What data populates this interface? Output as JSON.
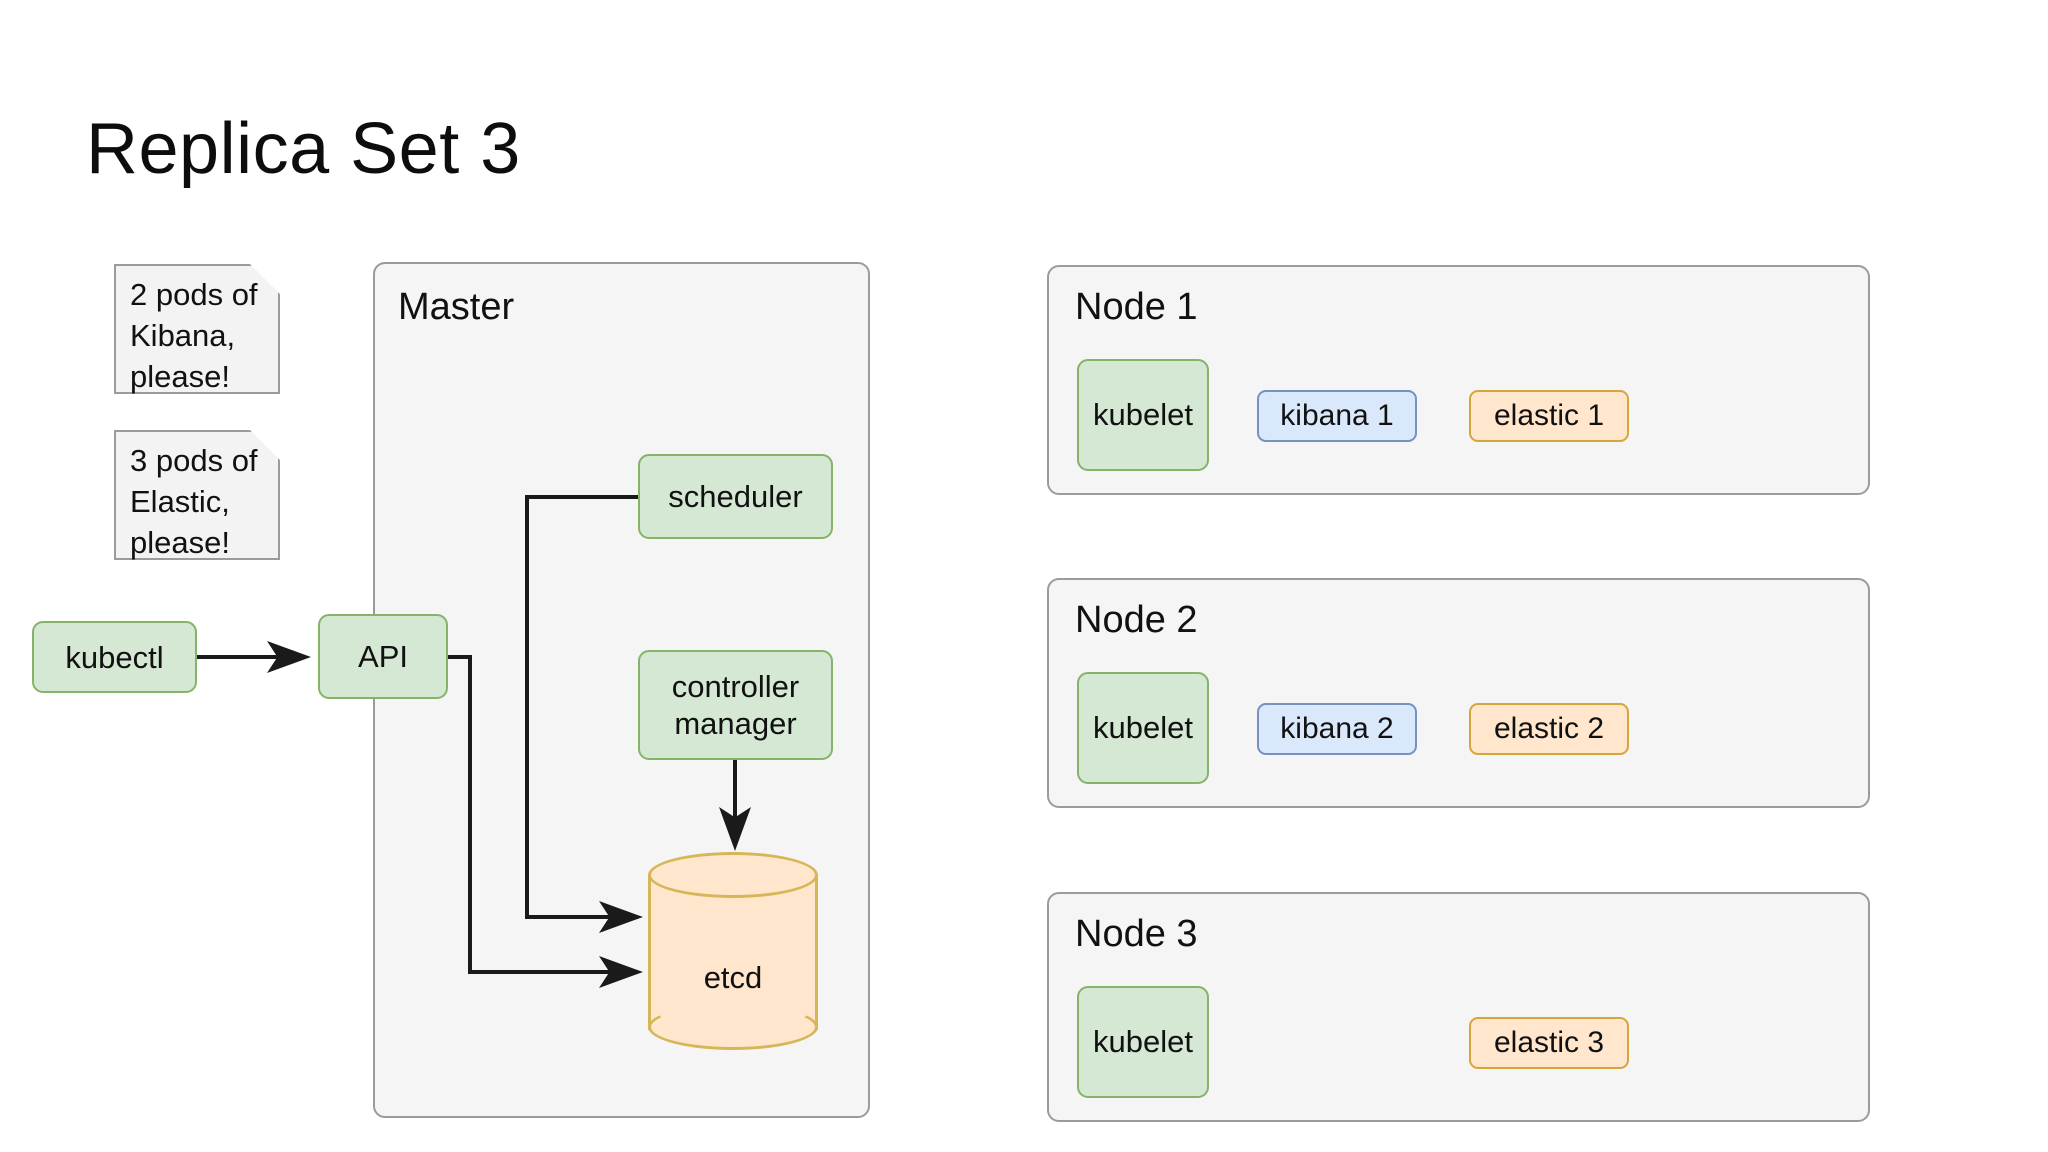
{
  "page": {
    "title": "Replica Set 3"
  },
  "notes": [
    {
      "id": "note-kibana",
      "lines": [
        "2 pods of",
        "Kibana,",
        "please!"
      ]
    },
    {
      "id": "note-elastic",
      "lines": [
        "3 pods of",
        "Elastic,",
        "please!"
      ]
    }
  ],
  "client": {
    "kubectl_label": "kubectl"
  },
  "master": {
    "title": "Master",
    "components": {
      "api": "API",
      "scheduler": "scheduler",
      "controller_manager_line1": "controller",
      "controller_manager_line2": "manager",
      "etcd": "etcd"
    }
  },
  "nodes": [
    {
      "title": "Node 1",
      "kubelet": "kubelet",
      "pods": [
        {
          "name": "kibana 1",
          "type": "kibana"
        },
        {
          "name": "elastic 1",
          "type": "elastic"
        }
      ]
    },
    {
      "title": "Node 2",
      "kubelet": "kubelet",
      "pods": [
        {
          "name": "kibana 2",
          "type": "kibana"
        },
        {
          "name": "elastic 2",
          "type": "elastic"
        }
      ]
    },
    {
      "title": "Node 3",
      "kubelet": "kubelet",
      "pods": [
        {
          "name": "elastic 3",
          "type": "elastic"
        }
      ]
    }
  ],
  "colors": {
    "green_fill": "#d5e8d4",
    "green_stroke": "#86b36a",
    "blue_fill": "#dae8fc",
    "blue_stroke": "#7491c0",
    "orange_fill": "#ffe6cc",
    "orange_stroke": "#d6a53c",
    "etcd_stroke": "#d6b656",
    "panel_fill": "#f5f5f5",
    "panel_stroke": "#9b9b9b",
    "connector": "#1a1a1a"
  }
}
